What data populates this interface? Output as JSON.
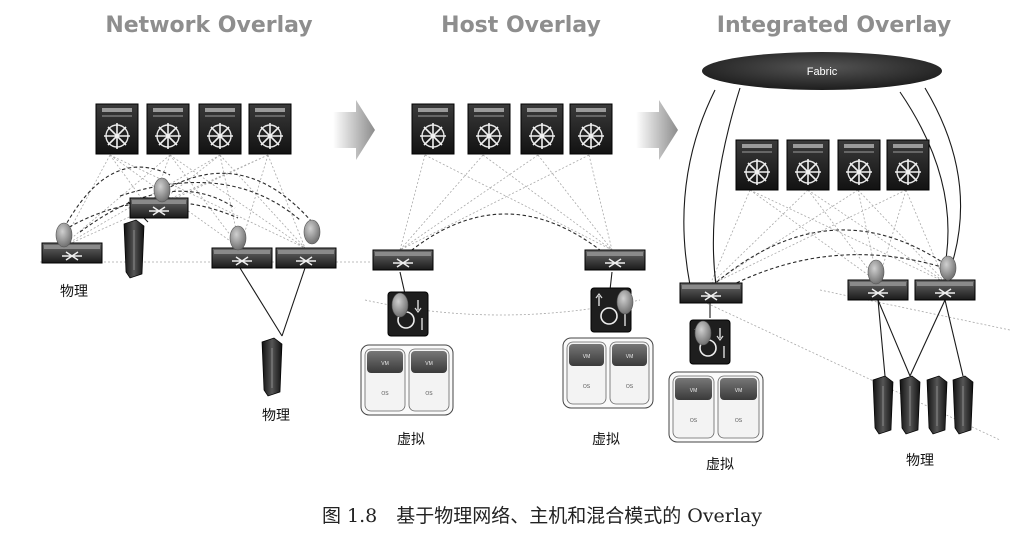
{
  "panels": [
    {
      "title": "Network Overlay",
      "labels": [
        "物理",
        "物理"
      ]
    },
    {
      "title": "Host Overlay",
      "labels": [
        "虚拟",
        "虚拟"
      ]
    },
    {
      "title": "Integrated Overlay",
      "labels": [
        "虚拟",
        "物理"
      ]
    }
  ],
  "fabric": "Fabric",
  "vm": {
    "top": "VM",
    "bottom": "OS"
  },
  "caption": "图 1.8　基于物理网络、主机和混合模式的 Overlay"
}
